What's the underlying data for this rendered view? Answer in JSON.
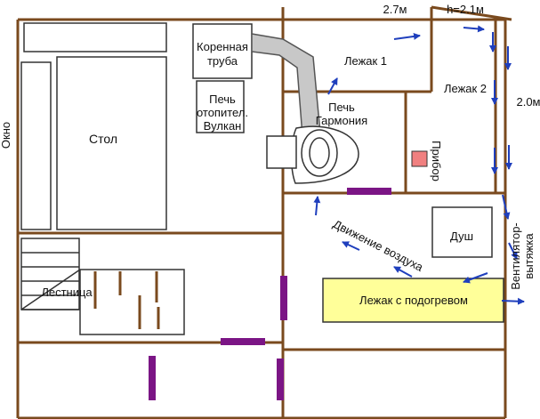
{
  "labels": {
    "window": "Окно",
    "dim_width": "2.7м",
    "dim_height": "h=2.1м",
    "dim_depth": "2.0м",
    "chimney_line1": "Коренная",
    "chimney_line2": "труба",
    "stove_line1": "Печь",
    "stove_line2": "отопител.",
    "stove_line3": "Вулкан",
    "table": "Стол",
    "bench1": "Лежак 1",
    "bench2": "Лежак 2",
    "harmony_line1": "Печь",
    "harmony_line2": "Гармония",
    "device": "Прибор",
    "shower": "Душ",
    "air_flow": "Движение воздуха",
    "vent_line1": "Вентилятор-",
    "vent_line2": "вытяжка",
    "stairs": "Лестница",
    "heated_bench": "Лежак с подогревом"
  },
  "colors": {
    "wall": "#7a4a1e",
    "door": "#7b1585",
    "arrow": "#1f3fbd",
    "heated_bench_fill": "#ffff99",
    "device_fill": "#f08080",
    "pipe_fill": "#c8c8c8"
  }
}
